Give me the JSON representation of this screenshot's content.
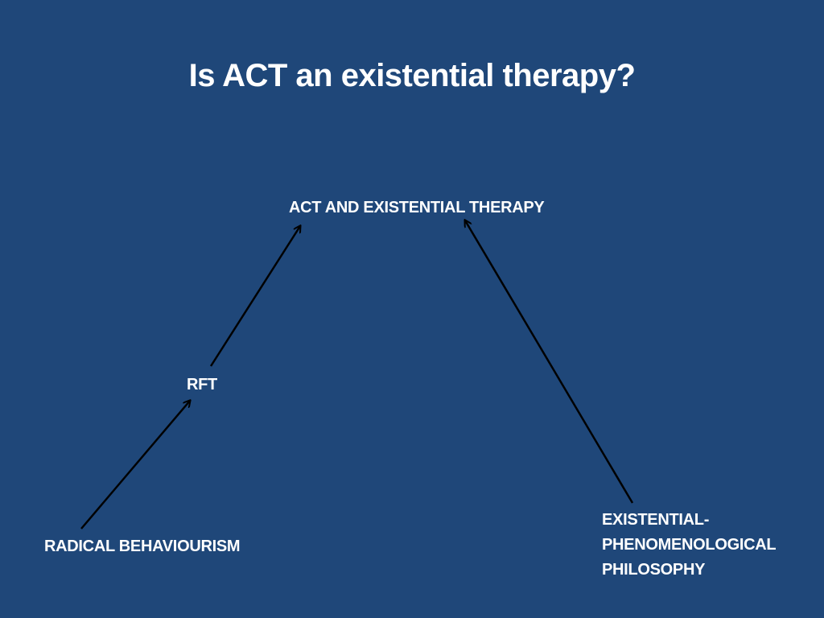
{
  "title": "Is ACT an existential therapy?",
  "nodes": {
    "act_existential": "ACT AND  EXISTENTIAL THERAPY",
    "rft": "RFT",
    "radical_behaviourism": "RADICAL BEHAVIOURISM",
    "existential_line1": "EXISTENTIAL-",
    "existential_line2": "PHENOMENOLOGICAL",
    "existential_line3": "PHILOSOPHY"
  },
  "colors": {
    "background": "#1f4779",
    "text": "#ffffff",
    "arrow": "#000000"
  }
}
